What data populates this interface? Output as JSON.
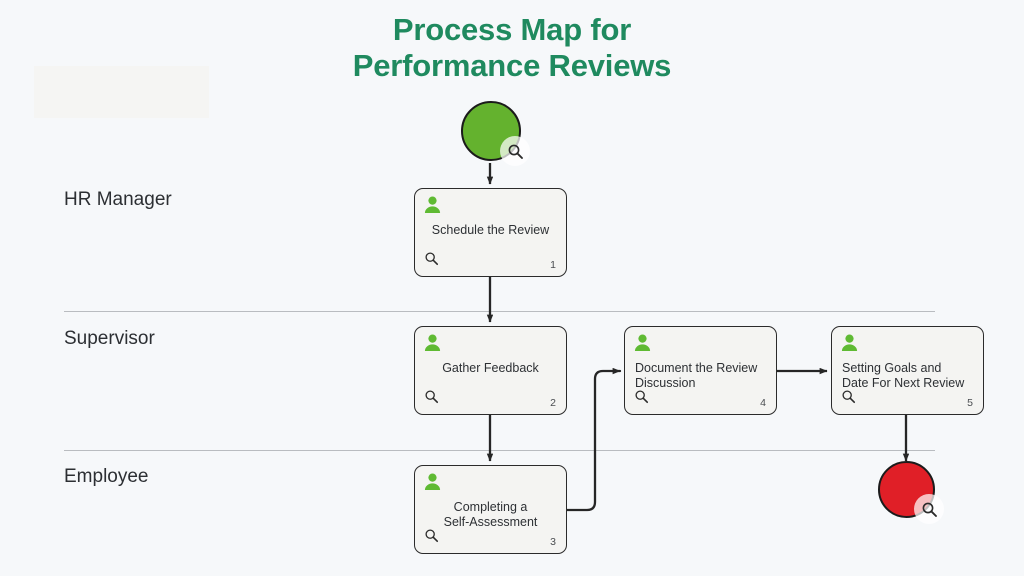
{
  "title": {
    "line1": "Process Map for",
    "line2": "Performance Reviews",
    "color": "#1f8a5f"
  },
  "canvas": {
    "background": "#f6f8fa",
    "plate_color": "#f5f5f3"
  },
  "lanes": [
    {
      "id": "hr-manager",
      "label": "HR Manager"
    },
    {
      "id": "supervisor",
      "label": "Supervisor"
    },
    {
      "id": "employee",
      "label": "Employee"
    }
  ],
  "events": [
    {
      "id": "start",
      "type": "start-event",
      "color": "#64b22e",
      "badge_icon": "magnifier-icon"
    },
    {
      "id": "end",
      "type": "end-event",
      "color": "#e01f27",
      "badge_icon": "magnifier-icon"
    }
  ],
  "tasks": [
    {
      "id": "task-1",
      "label": "Schedule the Review",
      "number": "1",
      "lane": "HR Manager",
      "align": "center",
      "person_icon": "person-icon",
      "zoom_icon": "magnifier-icon"
    },
    {
      "id": "task-2",
      "label": "Gather Feedback",
      "number": "2",
      "lane": "Supervisor",
      "align": "center",
      "person_icon": "person-icon",
      "zoom_icon": "magnifier-icon"
    },
    {
      "id": "task-3",
      "label": "Completing a\nSelf-Assessment",
      "number": "3",
      "lane": "Employee",
      "align": "center",
      "person_icon": "person-icon",
      "zoom_icon": "magnifier-icon"
    },
    {
      "id": "task-4",
      "label": "Document the Review\nDiscussion",
      "number": "4",
      "lane": "Supervisor",
      "align": "left",
      "person_icon": "person-icon",
      "zoom_icon": "magnifier-icon"
    },
    {
      "id": "task-5",
      "label": "Setting Goals and\nDate For Next Review",
      "number": "5",
      "lane": "Supervisor",
      "align": "left",
      "person_icon": "person-icon",
      "zoom_icon": "magnifier-icon"
    }
  ],
  "flows": [
    {
      "from": "start",
      "to": "task-1"
    },
    {
      "from": "task-1",
      "to": "task-2"
    },
    {
      "from": "task-2",
      "to": "task-3"
    },
    {
      "from": "task-3",
      "to": "task-4"
    },
    {
      "from": "task-4",
      "to": "task-5"
    },
    {
      "from": "task-5",
      "to": "end"
    }
  ],
  "icon_colors": {
    "person": "#5fba33",
    "connector": "#262626",
    "magnifier": "#2b2b2b"
  }
}
